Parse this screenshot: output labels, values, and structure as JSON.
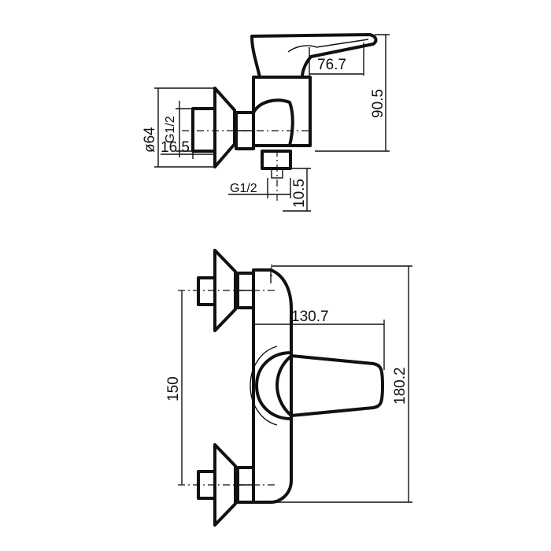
{
  "top_view": {
    "handle_width": "76.7",
    "height": "90.5",
    "diameter": "ø64",
    "thread_top": "G1/2",
    "offset": "16.5",
    "thread_bottom": "G1/2",
    "outlet_length": "10.5"
  },
  "front_view": {
    "handle_width": "130.7",
    "center_distance": "150",
    "total_height": "180.2"
  }
}
